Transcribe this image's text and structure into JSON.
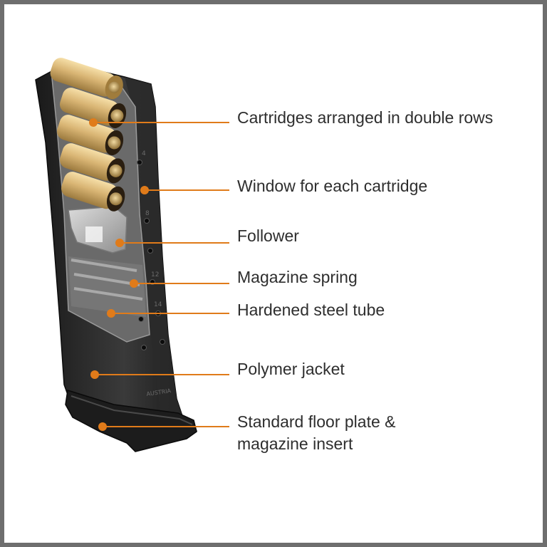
{
  "figure": {
    "background": "#ffffff",
    "border_color": "#6e6e6e",
    "accent_color": "#e07b1a"
  },
  "illustration": {
    "subject": "pistol magazine cutaway",
    "molded_markings": [
      "4",
      "8",
      "12",
      "14",
      "AUSTRIA"
    ]
  },
  "callouts": [
    {
      "id": "cartridges",
      "text": "Cartridges arranged in double rows"
    },
    {
      "id": "window",
      "text": "Window for each cartridge"
    },
    {
      "id": "follower",
      "text": "Follower"
    },
    {
      "id": "spring",
      "text": "Magazine spring"
    },
    {
      "id": "tube",
      "text": "Hardened steel tube"
    },
    {
      "id": "jacket",
      "text": "Polymer jacket"
    },
    {
      "id": "floorplate",
      "lines": [
        "Standard floor plate &",
        "magazine insert"
      ]
    }
  ]
}
